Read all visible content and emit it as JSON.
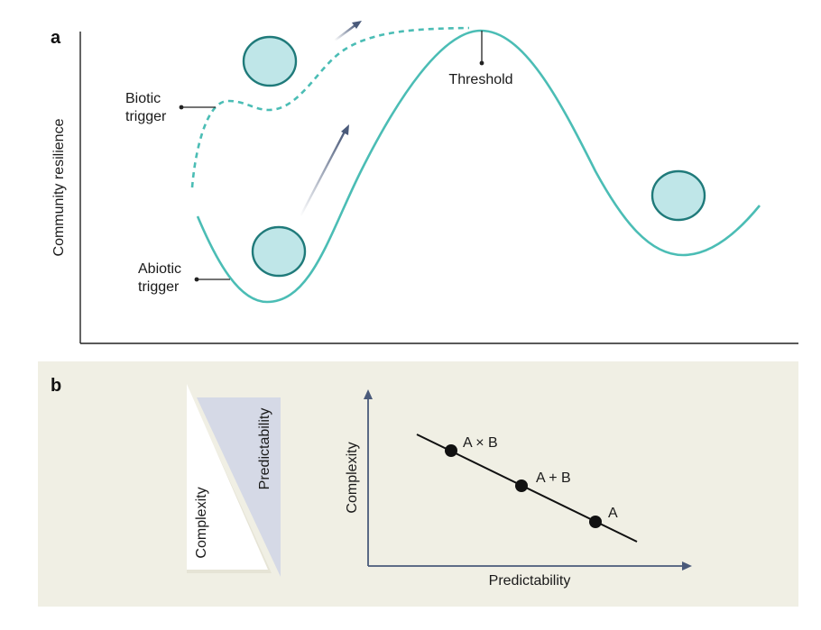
{
  "panel_a": {
    "letter": "a",
    "y_axis_label": "Community resilience",
    "threshold_label": "Threshold",
    "biotic_label": [
      "Biotic",
      "trigger"
    ],
    "abiotic_label": [
      "Abiotic",
      "trigger"
    ]
  },
  "panel_b": {
    "letter": "b",
    "triangle_complexity_label": "Complexity",
    "triangle_predictability_label": "Predictability",
    "xlabel": "Predictability",
    "ylabel": "Complexity",
    "points": [
      "A × B",
      "A + B",
      "A"
    ]
  },
  "colors": {
    "curve": "#4bbdb5",
    "ball_fill": "#bfe6e8",
    "ball_stroke": "#1f7a7a",
    "panel_b_bg": "#f0efe4",
    "triangle_blue": "#d5d9e6",
    "arrow": "#4a5a7a"
  }
}
